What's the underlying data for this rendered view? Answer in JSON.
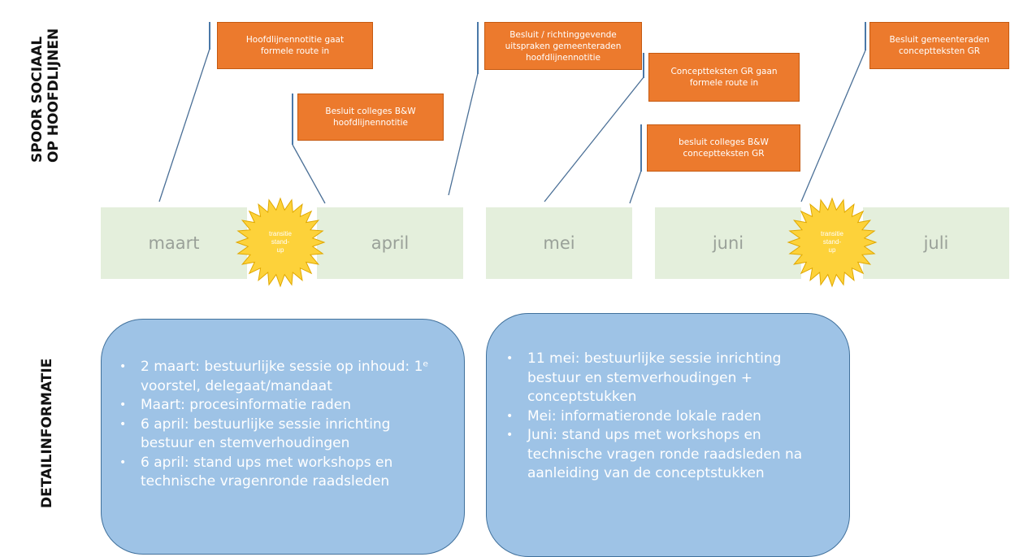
{
  "side_labels": {
    "track_line1": "SPOOR SOCIAAL",
    "track_line2": "OP HOOFDLIJNEN",
    "detail": "DETAILINFORMATIE"
  },
  "callouts": [
    "Hoofdlijnennotitie gaat\nformele route in",
    "Besluit colleges B&W\nhoofdlijnennotitie",
    "Besluit / richtinggevende\nuitspraken gemeenteraden\nhoofdlijnennotitie",
    "Conceptteksten GR gaan\nformele route in",
    "besluit colleges B&W\nconceptteksten GR",
    "Besluit gemeenteraden\nconceptteksten GR"
  ],
  "months": [
    "maart",
    "april",
    "mei",
    "juni",
    "juli"
  ],
  "transition": "transitie\nstand-\nup",
  "panel_left": [
    "2 maart: bestuurlijke sessie op inhoud: 1ᵉ voorstel, delegaat/mandaat",
    "Maart: procesinformatie raden",
    "6 april: bestuurlijke sessie inrichting bestuur en stemverhoudingen",
    "6 april: stand ups met workshops en technische vragenronde raadsleden"
  ],
  "panel_right": [
    "11 mei: bestuurlijke sessie inrichting bestuur en stemverhoudingen + conceptstukken",
    "Mei: informatieronde lokale raden",
    "Juni: stand ups met workshops en technische vragen ronde raadsleden na aanleiding van de conceptstukken"
  ],
  "colors": {
    "callout": "#ec7a2d",
    "month_band": "#e4efdc",
    "sun": "#fdd23a",
    "panel": "#9ec3e6"
  }
}
